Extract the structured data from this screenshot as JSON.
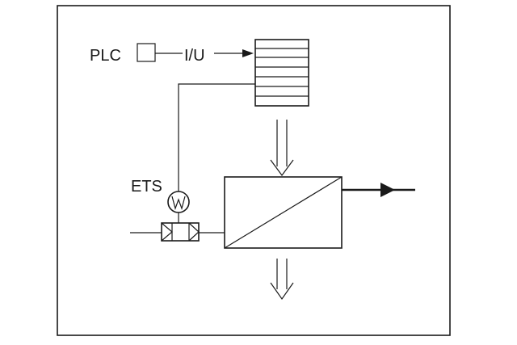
{
  "labels": {
    "plc": "PLC",
    "converter": "I/U",
    "sensor": "ETS"
  },
  "colors": {
    "line": "#1a1a1a",
    "background": "#ffffff"
  }
}
